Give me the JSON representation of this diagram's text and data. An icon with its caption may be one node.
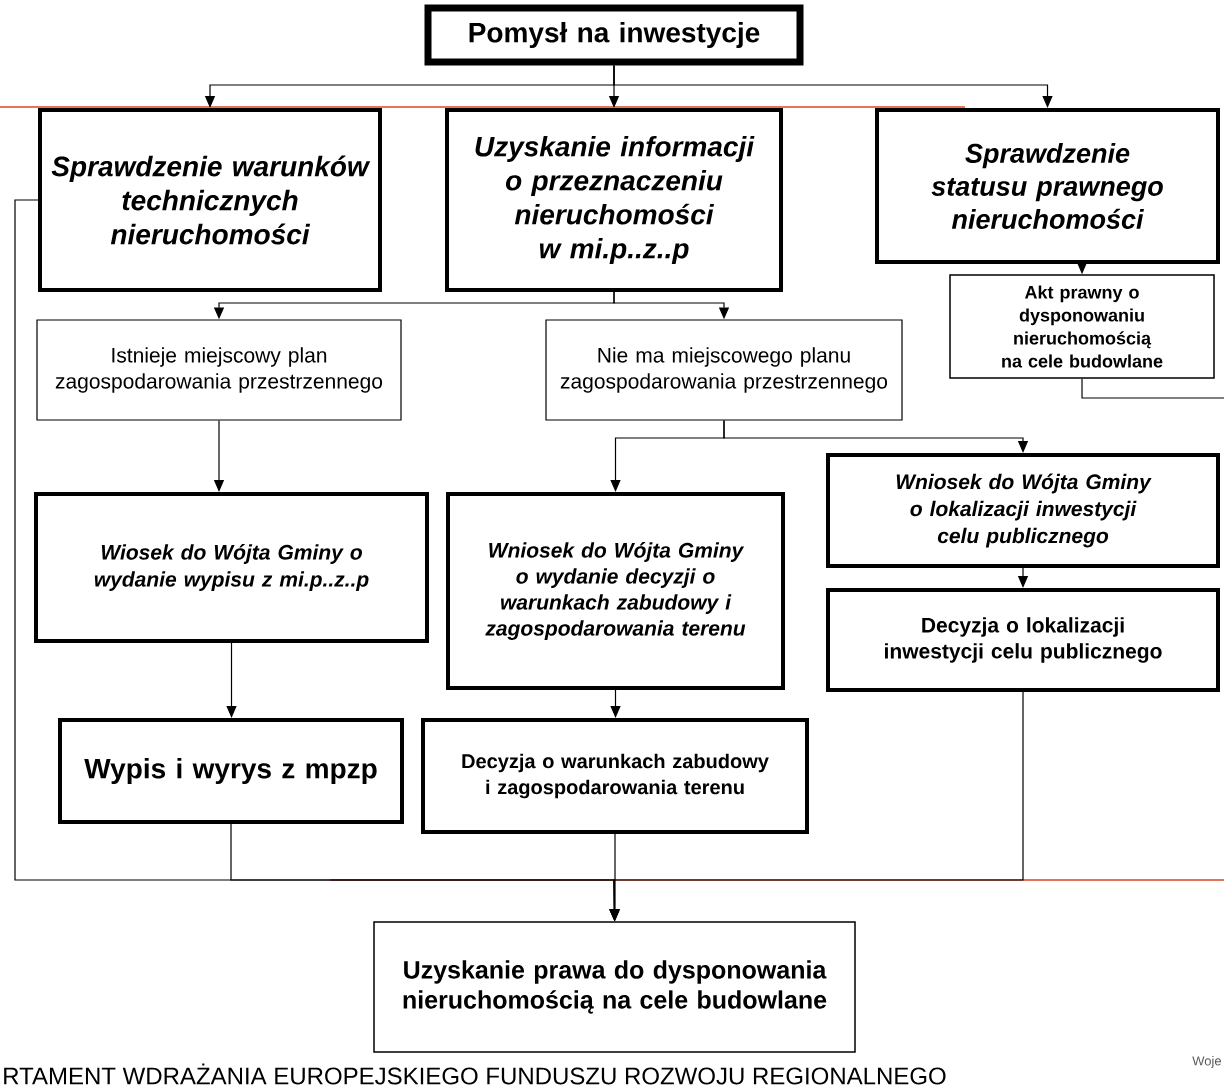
{
  "diagram": {
    "nodes": [
      {
        "text": [
          "Pomysł na inwestycje"
        ]
      },
      {
        "text": [
          "Sprawdzenie warunków technicznych nieruchomości"
        ]
      },
      {
        "text": [
          "Uzyskanie informacji o przeznaczeniu nieruchomości w mi.p..z..p"
        ]
      },
      {
        "text": [
          "Sprawdzenie statusu prawnego nieruchomości"
        ]
      },
      {
        "text": [
          "Akt prawny o dysponowaniu nieruchomością na cele budowlane"
        ]
      },
      {
        "text": [
          "Istnieje miejscowy plan zagospodarowania przestrzennego"
        ]
      },
      {
        "text": [
          "Nie ma miejscowego planu zagospodarowania przestrzennego"
        ]
      },
      {
        "text": [
          "Wiosek do Wójta Gminy o wydanie wypisu z mi.p..z..p"
        ]
      },
      {
        "text": [
          "Wniosek do Wójta Gminy o wydanie decyzji o warunkach zabudowy i zagospodarowania terenu"
        ]
      },
      {
        "text": [
          "Wniosek do Wójta Gminy o lokalizacji inwestycji celu publicznego"
        ]
      },
      {
        "text": [
          "Decyzja o lokalizacji inwestycji celu publicznego"
        ]
      },
      {
        "text": [
          "Wypis i wyrys z mpzp"
        ]
      },
      {
        "text": [
          "Decyzja o warunkach zabudowy i zagospodarowania terenu"
        ]
      },
      {
        "text": [
          "Uzyskanie prawa do dysponowania nieruchomością na cele budowlane"
        ]
      }
    ],
    "edges": [
      {
        "from": 0,
        "to": 1,
        "arrow": "to"
      },
      {
        "from": 0,
        "to": 2,
        "arrow": "to"
      },
      {
        "from": 0,
        "to": 3,
        "arrow": "to"
      },
      {
        "from": 3,
        "to": 4,
        "arrow": "to"
      },
      {
        "from": 2,
        "to": 5,
        "arrow": "to"
      },
      {
        "from": 2,
        "to": 6,
        "arrow": "to"
      },
      {
        "from": 5,
        "to": 7,
        "arrow": "to"
      },
      {
        "from": 6,
        "to": 8,
        "arrow": "to"
      },
      {
        "from": 6,
        "to": 9,
        "arrow": "to"
      },
      {
        "from": 7,
        "to": 11,
        "arrow": "to"
      },
      {
        "from": 8,
        "to": 12,
        "arrow": "to"
      },
      {
        "from": 9,
        "to": 10,
        "arrow": "to"
      },
      {
        "from": 1,
        "to": 13,
        "arrow": "to"
      },
      {
        "from": 11,
        "to": 13,
        "arrow": "to"
      },
      {
        "from": 12,
        "to": 13,
        "arrow": "to"
      },
      {
        "from": 10,
        "to": 13,
        "arrow": "to"
      },
      {
        "from": 4,
        "to": null,
        "arrow": "none"
      }
    ],
    "labels": [
      "RTAMENT WDRAŻANIA EUROPEJSKIEGO FUNDUSZU ROZWOJU REGIONALNEGO",
      "Woje"
    ]
  }
}
